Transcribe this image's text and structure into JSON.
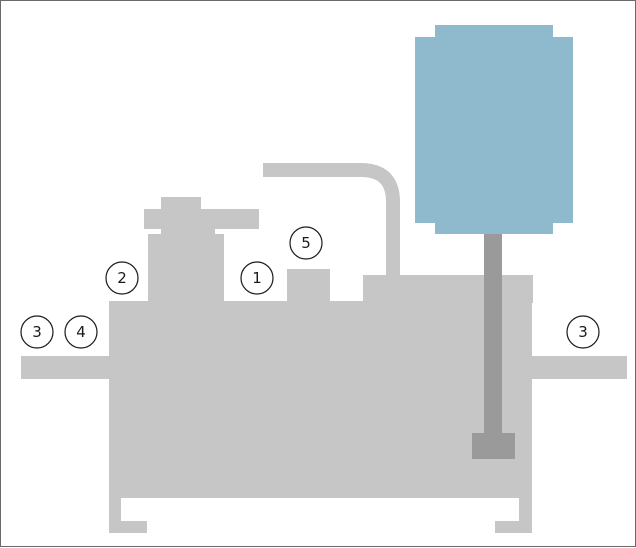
{
  "diagram": {
    "callouts": [
      {
        "id": "c1",
        "label": "1"
      },
      {
        "id": "c2",
        "label": "2"
      },
      {
        "id": "c3-left",
        "label": "3"
      },
      {
        "id": "c3-right",
        "label": "3"
      },
      {
        "id": "c4",
        "label": "4"
      },
      {
        "id": "c5",
        "label": "5"
      }
    ],
    "colors": {
      "body_gray": "#c6c6c6",
      "shaft_gray": "#9a9a9a",
      "motor_blue": "#8fbacd",
      "outline": "#1a1a1a"
    }
  }
}
